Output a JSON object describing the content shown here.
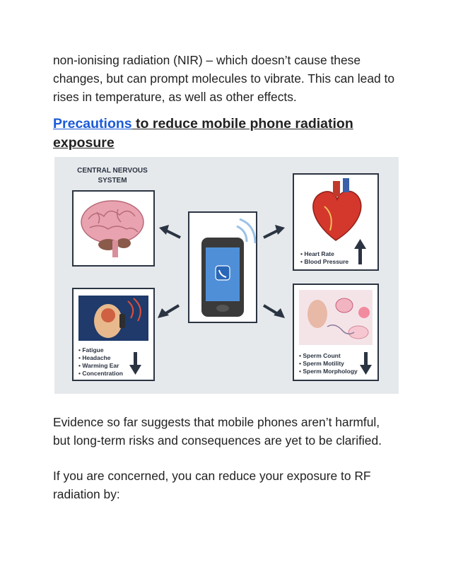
{
  "intro_paragraph": "non-ionising radiation (NIR) – which doesn’t cause these changes, but can prompt molecules to vibrate. This can lead to rises in temperature, as well as other effects.",
  "heading": {
    "link_text": "Precautions",
    "rest_text": " to reduce mobile phone radiation exposure"
  },
  "figure": {
    "cns_title_line1": "CENTRAL NERVOUS",
    "cns_title_line2": "SYSTEM",
    "heart_items": [
      "• Heart Rate",
      "• Blood Pressure"
    ],
    "head_items": [
      "• Fatigue",
      "• Headache",
      "• Warming Ear",
      "• Concentration"
    ],
    "repro_items": [
      "• Sperm Count",
      "• Sperm Motility",
      "• Sperm Morphology"
    ],
    "colors": {
      "background": "#e6e9ec",
      "box_border": "#2b3442",
      "brain": "#e9a3b0",
      "heart": "#d4372c"
    }
  },
  "evidence_paragraph": "Evidence so far suggests that mobile phones aren’t harmful, but long-term risks and consequences are yet to be clarified.",
  "concern_paragraph": "If you are concerned, you can reduce your exposure to RF radiation by:"
}
